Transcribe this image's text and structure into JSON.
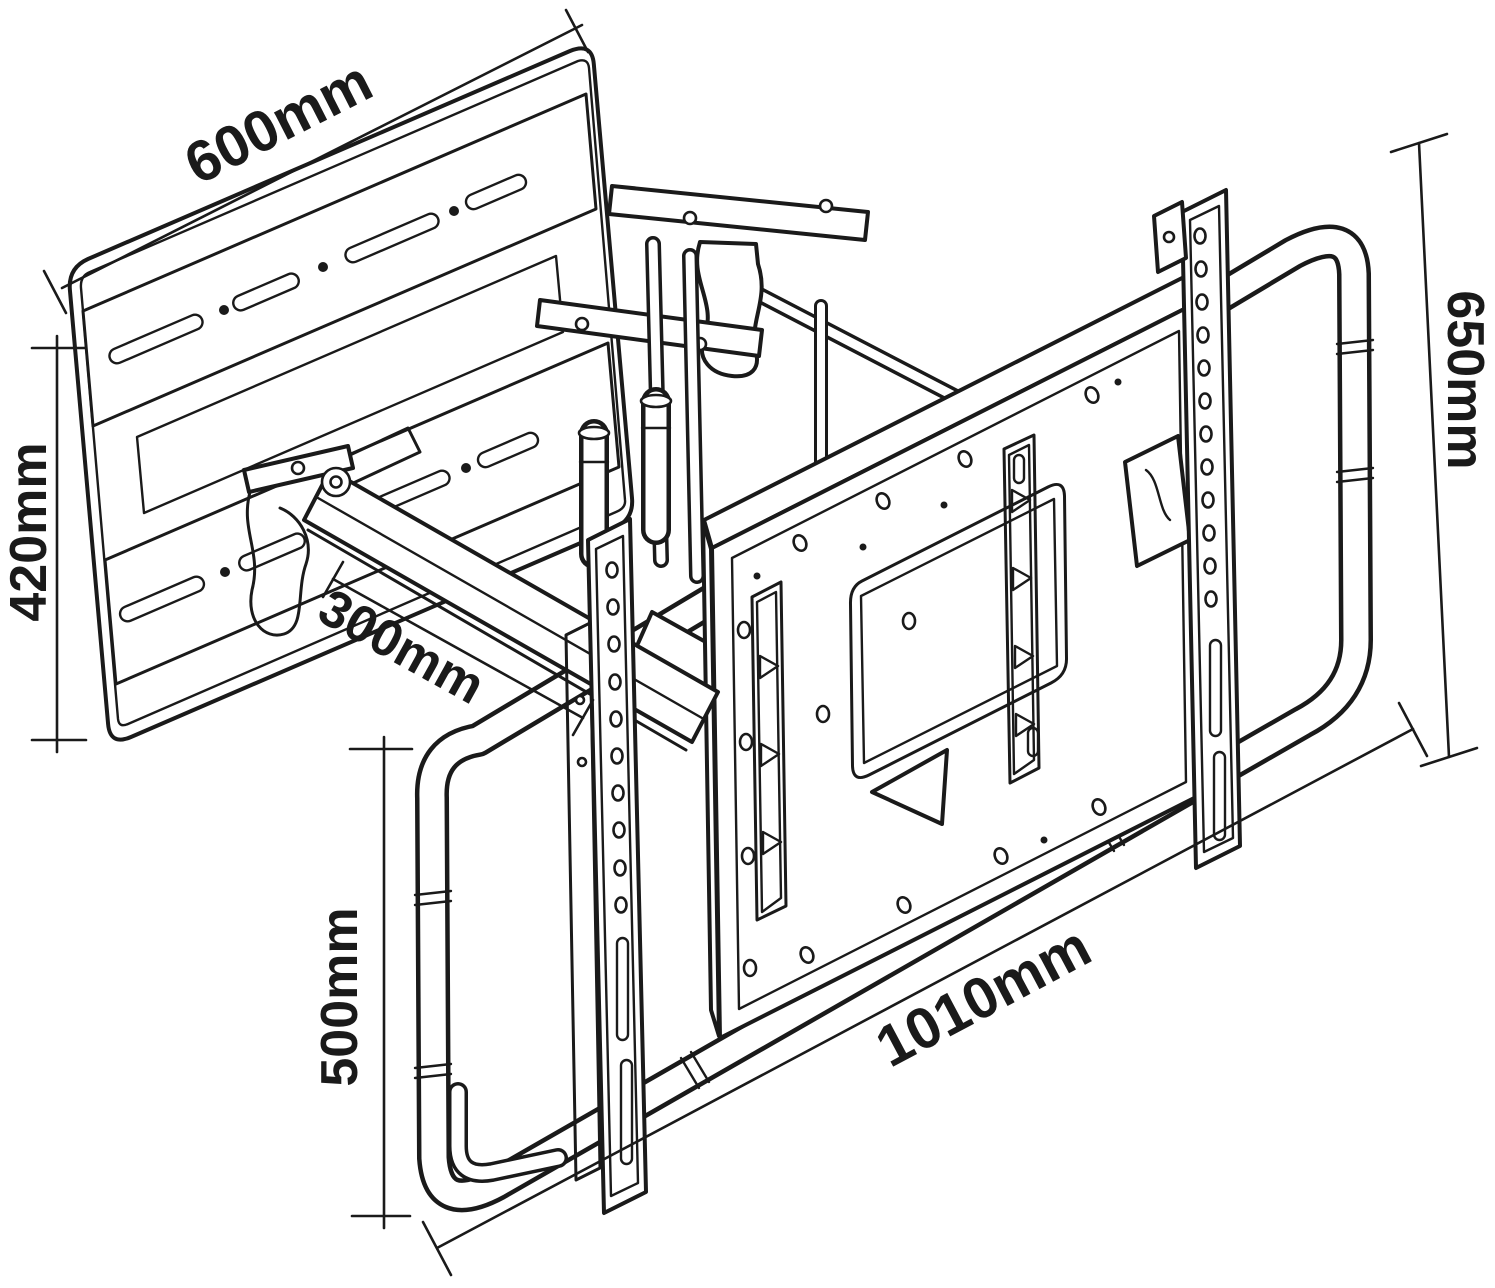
{
  "page": {
    "background": "#ffffff",
    "ink": "#1a1a1a",
    "description": "Isometric technical line drawing of an articulating full-motion TV wall mount bracket with dimension callouts"
  },
  "diagram": {
    "type": "technical-drawing",
    "subject": "TV wall mount bracket",
    "units": "mm"
  },
  "dimensions": {
    "top_width": {
      "label": "600mm",
      "value": 600,
      "unit": "mm"
    },
    "left_height": {
      "label": "420mm",
      "value": 420,
      "unit": "mm"
    },
    "arm_depth": {
      "label": "300mm",
      "value": 300,
      "unit": "mm"
    },
    "lower_left_height": {
      "label": "500mm",
      "value": 500,
      "unit": "mm"
    },
    "bottom_width": {
      "label": "1010mm",
      "value": 1010,
      "unit": "mm"
    },
    "right_height": {
      "label": "650mm",
      "value": 650,
      "unit": "mm"
    }
  }
}
